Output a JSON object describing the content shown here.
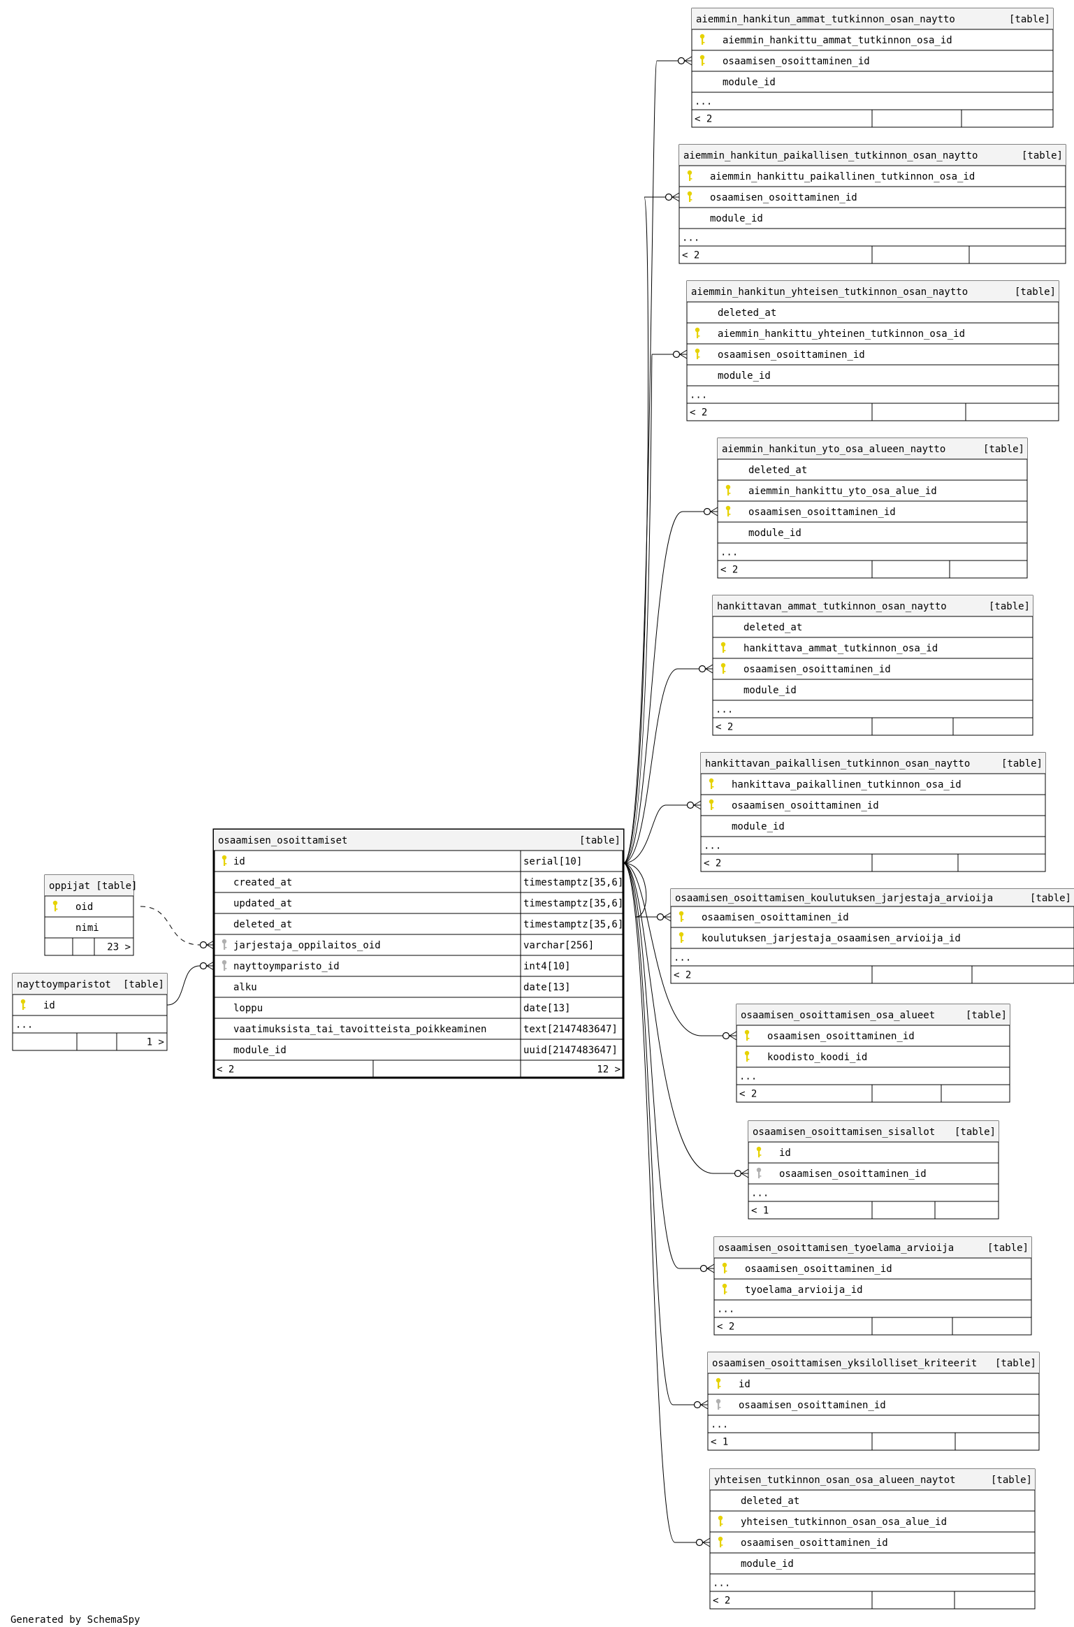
{
  "footer": "Generated by SchemaSpy",
  "tables": [
    {
      "id": "t_ammat",
      "name": "aiemmin_hankitun_ammat_tutkinnon_osan_naytto",
      "type": "[table]",
      "columns": [
        {
          "name": "aiemmin_hankittu_ammat_tutkinnon_osa_id",
          "key": "pk"
        },
        {
          "name": "osaamisen_osoittaminen_id",
          "key": "pk"
        },
        {
          "name": "module_id",
          "key": ""
        }
      ],
      "ellipsis": "...",
      "foot": [
        "< 2",
        "",
        ""
      ]
    },
    {
      "id": "t_paik",
      "name": "aiemmin_hankitun_paikallisen_tutkinnon_osan_naytto",
      "type": "[table]",
      "columns": [
        {
          "name": "aiemmin_hankittu_paikallinen_tutkinnon_osa_id",
          "key": "pk"
        },
        {
          "name": "osaamisen_osoittaminen_id",
          "key": "pk"
        },
        {
          "name": "module_id",
          "key": ""
        }
      ],
      "ellipsis": "...",
      "foot": [
        "< 2",
        "",
        ""
      ]
    },
    {
      "id": "t_yht",
      "name": "aiemmin_hankitun_yhteisen_tutkinnon_osan_naytto",
      "type": "[table]",
      "columns": [
        {
          "name": "deleted_at",
          "key": ""
        },
        {
          "name": "aiemmin_hankittu_yhteinen_tutkinnon_osa_id",
          "key": "pk"
        },
        {
          "name": "osaamisen_osoittaminen_id",
          "key": "pk"
        },
        {
          "name": "module_id",
          "key": ""
        }
      ],
      "ellipsis": "...",
      "foot": [
        "< 2",
        "",
        ""
      ]
    },
    {
      "id": "t_yto",
      "name": "aiemmin_hankitun_yto_osa_alueen_naytto",
      "type": "[table]",
      "columns": [
        {
          "name": "deleted_at",
          "key": ""
        },
        {
          "name": "aiemmin_hankittu_yto_osa_alue_id",
          "key": "pk"
        },
        {
          "name": "osaamisen_osoittaminen_id",
          "key": "pk"
        },
        {
          "name": "module_id",
          "key": ""
        }
      ],
      "ellipsis": "...",
      "foot": [
        "< 2",
        "",
        ""
      ]
    },
    {
      "id": "t_hammat",
      "name": "hankittavan_ammat_tutkinnon_osan_naytto",
      "type": "[table]",
      "columns": [
        {
          "name": "deleted_at",
          "key": ""
        },
        {
          "name": "hankittava_ammat_tutkinnon_osa_id",
          "key": "pk"
        },
        {
          "name": "osaamisen_osoittaminen_id",
          "key": "pk"
        },
        {
          "name": "module_id",
          "key": ""
        }
      ],
      "ellipsis": "...",
      "foot": [
        "< 2",
        "",
        ""
      ]
    },
    {
      "id": "t_hpaik",
      "name": "hankittavan_paikallisen_tutkinnon_osan_naytto",
      "type": "[table]",
      "columns": [
        {
          "name": "hankittava_paikallinen_tutkinnon_osa_id",
          "key": "pk"
        },
        {
          "name": "osaamisen_osoittaminen_id",
          "key": "pk"
        },
        {
          "name": "module_id",
          "key": ""
        }
      ],
      "ellipsis": "...",
      "foot": [
        "< 2",
        "",
        ""
      ]
    },
    {
      "id": "t_kouj",
      "name": "osaamisen_osoittamisen_koulutuksen_jarjestaja_arvioija",
      "type": "[table]",
      "columns": [
        {
          "name": "osaamisen_osoittaminen_id",
          "key": "pk"
        },
        {
          "name": "koulutuksen_jarjestaja_osaamisen_arvioija_id",
          "key": "pk"
        }
      ],
      "ellipsis": "...",
      "foot": [
        "< 2",
        "",
        ""
      ]
    },
    {
      "id": "t_osa",
      "name": "osaamisen_osoittamisen_osa_alueet",
      "type": "[table]",
      "columns": [
        {
          "name": "osaamisen_osoittaminen_id",
          "key": "pk"
        },
        {
          "name": "koodisto_koodi_id",
          "key": "pk"
        }
      ],
      "ellipsis": "...",
      "foot": [
        "< 2",
        "",
        ""
      ]
    },
    {
      "id": "t_sis",
      "name": "osaamisen_osoittamisen_sisallot",
      "type": "[table]",
      "columns": [
        {
          "name": "id",
          "key": "pk"
        },
        {
          "name": "osaamisen_osoittaminen_id",
          "key": "fk"
        }
      ],
      "ellipsis": "...",
      "foot": [
        "< 1",
        "",
        ""
      ]
    },
    {
      "id": "t_tyo",
      "name": "osaamisen_osoittamisen_tyoelama_arvioija",
      "type": "[table]",
      "columns": [
        {
          "name": "osaamisen_osoittaminen_id",
          "key": "pk"
        },
        {
          "name": "tyoelama_arvioija_id",
          "key": "pk"
        }
      ],
      "ellipsis": "...",
      "foot": [
        "< 2",
        "",
        ""
      ]
    },
    {
      "id": "t_yks",
      "name": "osaamisen_osoittamisen_yksilolliset_kriteerit",
      "type": "[table]",
      "columns": [
        {
          "name": "id",
          "key": "pk"
        },
        {
          "name": "osaamisen_osoittaminen_id",
          "key": "fk"
        }
      ],
      "ellipsis": "...",
      "foot": [
        "< 1",
        "",
        ""
      ]
    },
    {
      "id": "t_ytos",
      "name": "yhteisen_tutkinnon_osan_osa_alueen_naytot",
      "type": "[table]",
      "columns": [
        {
          "name": "deleted_at",
          "key": ""
        },
        {
          "name": "yhteisen_tutkinnon_osan_osa_alue_id",
          "key": "pk"
        },
        {
          "name": "osaamisen_osoittaminen_id",
          "key": "pk"
        },
        {
          "name": "module_id",
          "key": ""
        }
      ],
      "ellipsis": "...",
      "foot": [
        "< 2",
        "",
        ""
      ]
    },
    {
      "id": "t_main",
      "name": "osaamisen_osoittamiset",
      "type": "[table]",
      "focus": true,
      "columns": [
        {
          "name": "id",
          "key": "pk",
          "dtype": "serial[10]"
        },
        {
          "name": "created_at",
          "key": "",
          "dtype": "timestamptz[35,6]"
        },
        {
          "name": "updated_at",
          "key": "",
          "dtype": "timestamptz[35,6]"
        },
        {
          "name": "deleted_at",
          "key": "",
          "dtype": "timestamptz[35,6]"
        },
        {
          "name": "jarjestaja_oppilaitos_oid",
          "key": "fk",
          "dtype": "varchar[256]"
        },
        {
          "name": "nayttoymparisto_id",
          "key": "fk",
          "dtype": "int4[10]"
        },
        {
          "name": "alku",
          "key": "",
          "dtype": "date[13]"
        },
        {
          "name": "loppu",
          "key": "",
          "dtype": "date[13]"
        },
        {
          "name": "vaatimuksista_tai_tavoitteista_poikkeaminen",
          "key": "",
          "dtype": "text[2147483647]"
        },
        {
          "name": "module_id",
          "key": "",
          "dtype": "uuid[2147483647]"
        }
      ],
      "foot": [
        "< 2",
        "",
        "12 >"
      ]
    },
    {
      "id": "t_opp",
      "name": "oppijat [table]",
      "type": "",
      "columns": [
        {
          "name": "oid",
          "key": "pk"
        },
        {
          "name": "nimi",
          "key": ""
        }
      ],
      "foot": [
        "",
        "",
        "23 >"
      ]
    },
    {
      "id": "t_nayt",
      "name": "nayttoymparistot",
      "type": "[table]",
      "columns": [
        {
          "name": "id",
          "key": "pk"
        }
      ],
      "ellipsis": "...",
      "foot": [
        "",
        "",
        "1 >"
      ]
    }
  ]
}
